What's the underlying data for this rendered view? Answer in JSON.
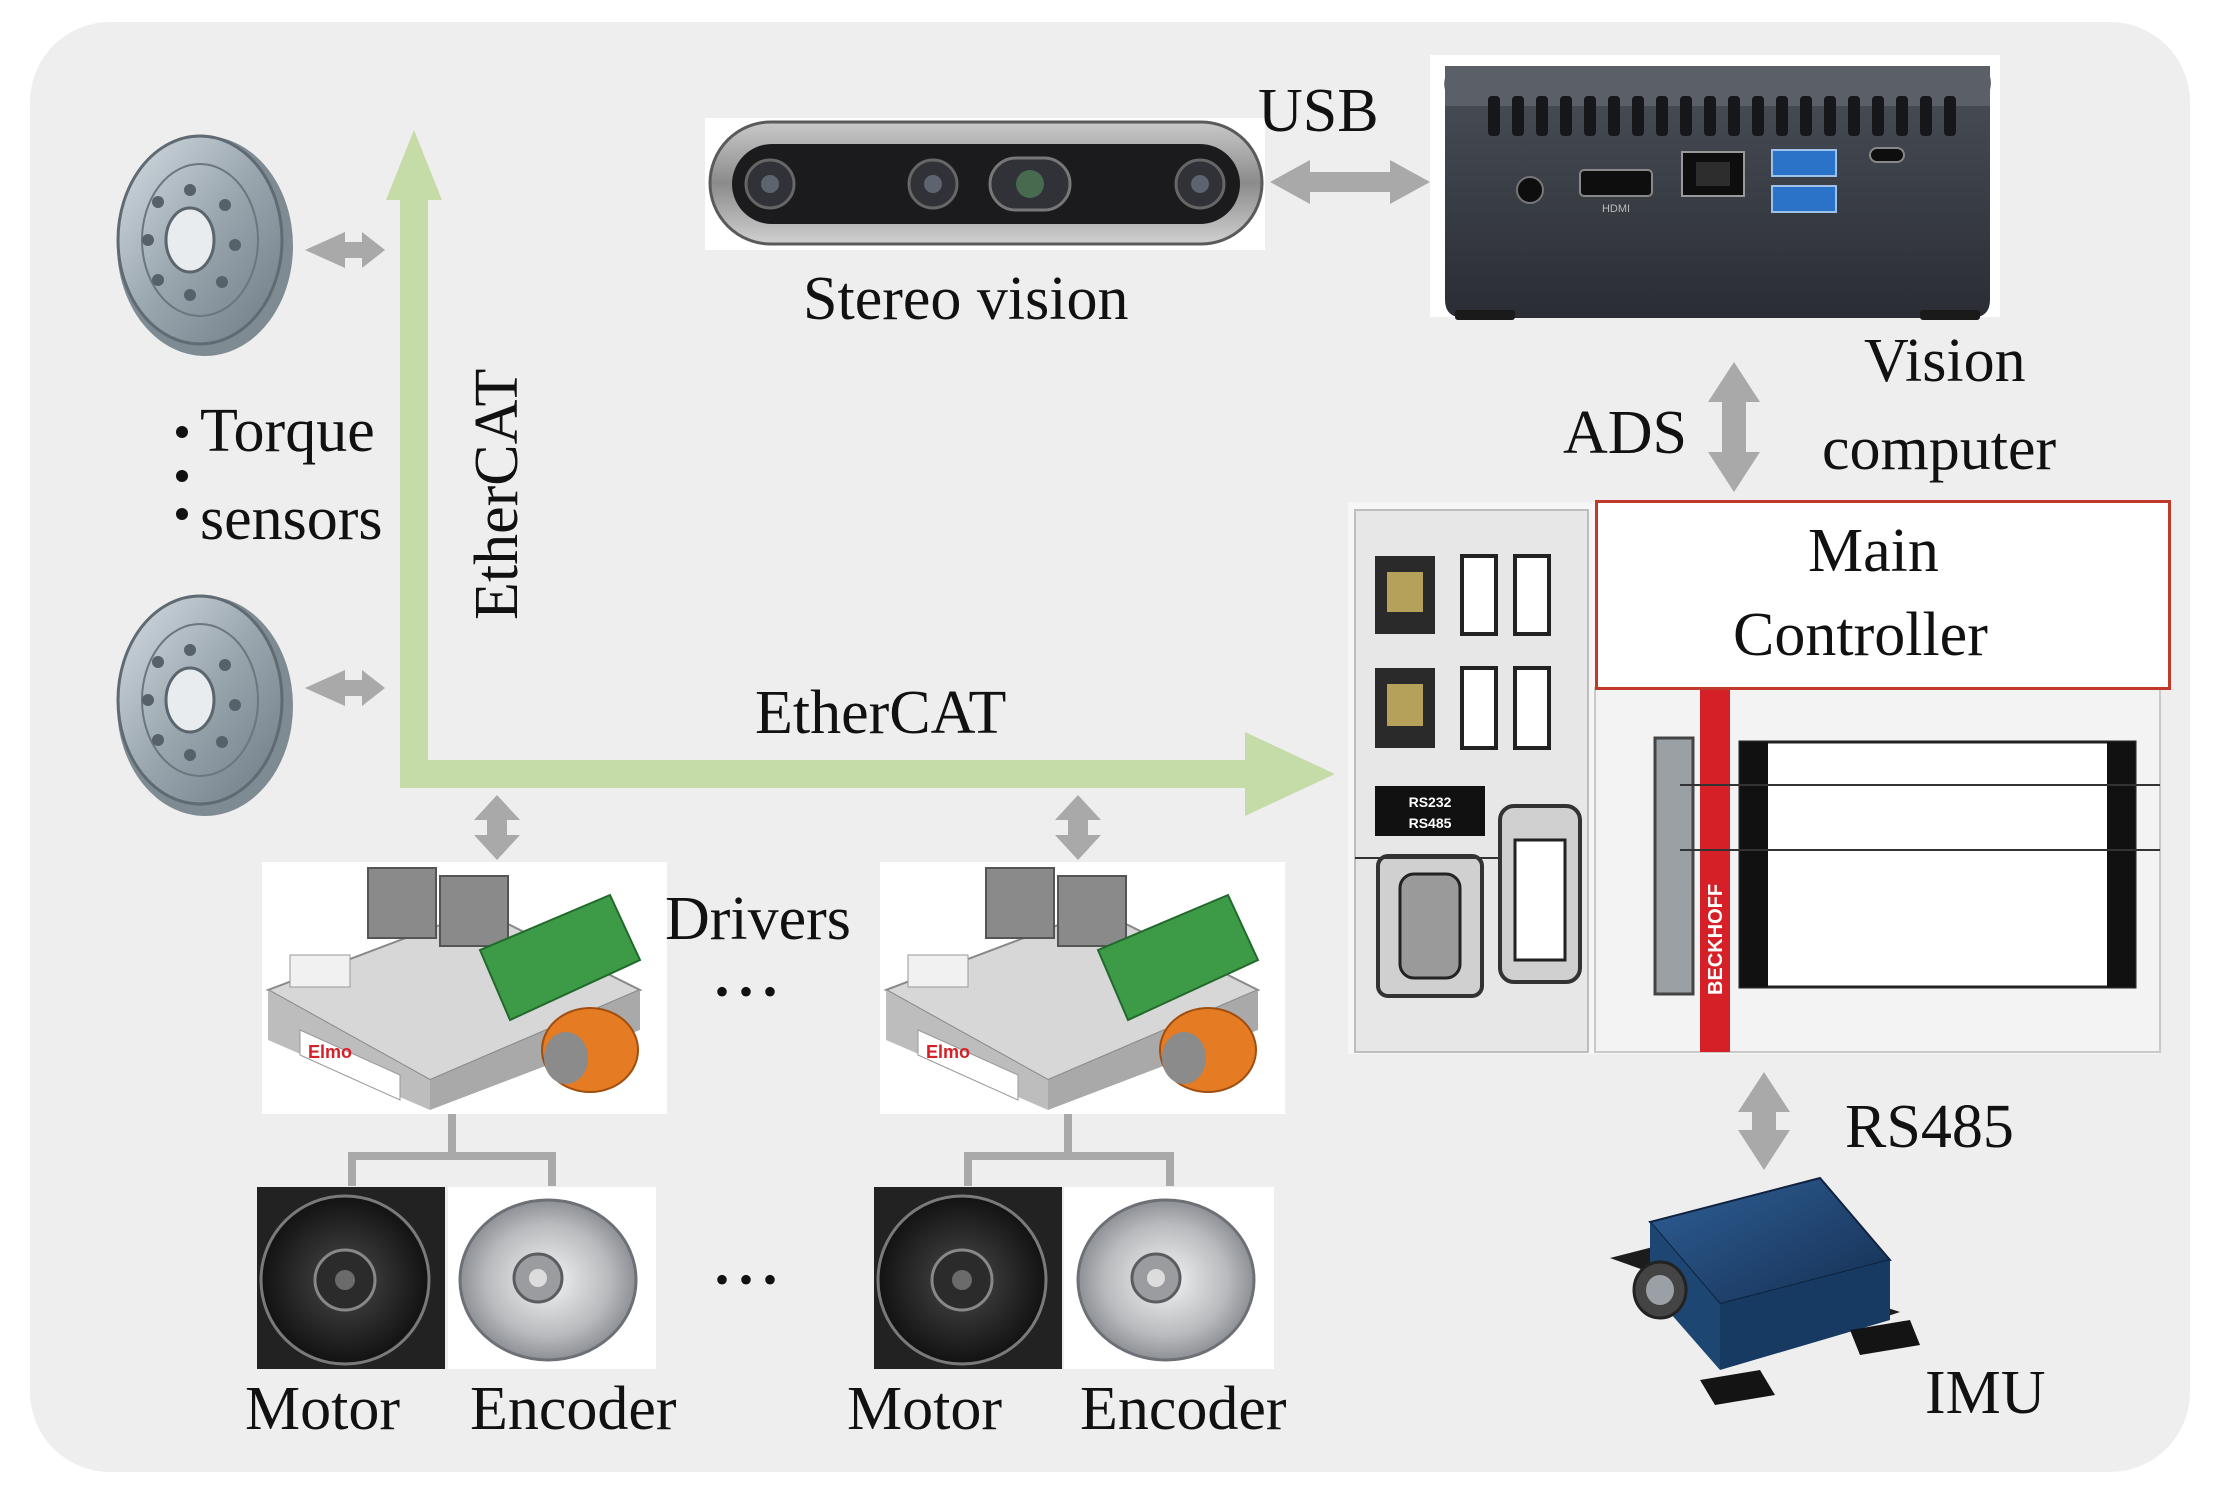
{
  "labels": {
    "usb": "USB",
    "stereo_vision": "Stereo vision",
    "vision_computer_line1": "Vision",
    "vision_computer_line2": "computer",
    "ads": "ADS",
    "main_controller_line1": "Main",
    "main_controller_line2": "Controller",
    "torque_line1": "Torque",
    "torque_line2": "sensors",
    "ethercat_vertical": "EtherCAT",
    "ethercat_horizontal": "EtherCAT",
    "drivers": "Drivers",
    "rs485": "RS485",
    "imu": "IMU",
    "motor_1": "Motor",
    "encoder_1": "Encoder",
    "motor_2": "Motor",
    "encoder_2": "Encoder",
    "ellipsis_drivers": "• • •",
    "ellipsis_motors": "• • •"
  },
  "device_markings": {
    "hdmi": "HDMI",
    "rs232": "RS232",
    "rs485": "RS485",
    "beckhoff": "BECKHOFF",
    "elmo": "Elmo"
  },
  "colors": {
    "background": "#eeeeee",
    "ethercat_bus": "#c5dca9",
    "link_arrow": "#a9a9a9",
    "controller_border": "#c0392b",
    "beckhoff_red": "#d62027"
  }
}
